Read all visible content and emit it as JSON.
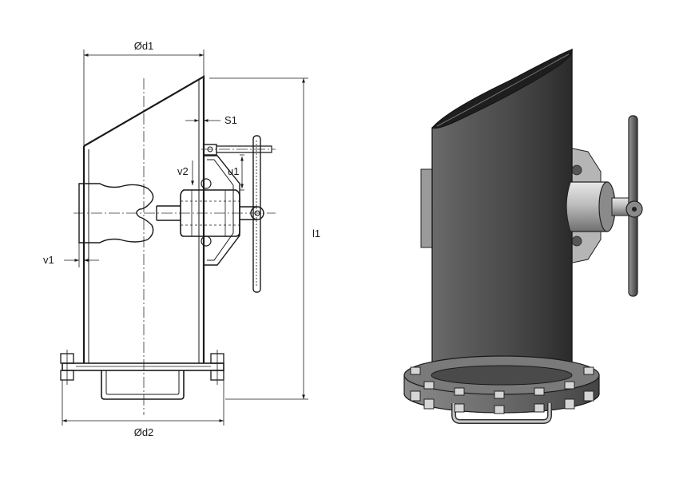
{
  "labels": {
    "d1": "Ød1",
    "d2": "Ød2",
    "l1": "l1",
    "s1": "S1",
    "u1": "u1",
    "v1": "v1",
    "v2": "v2"
  }
}
